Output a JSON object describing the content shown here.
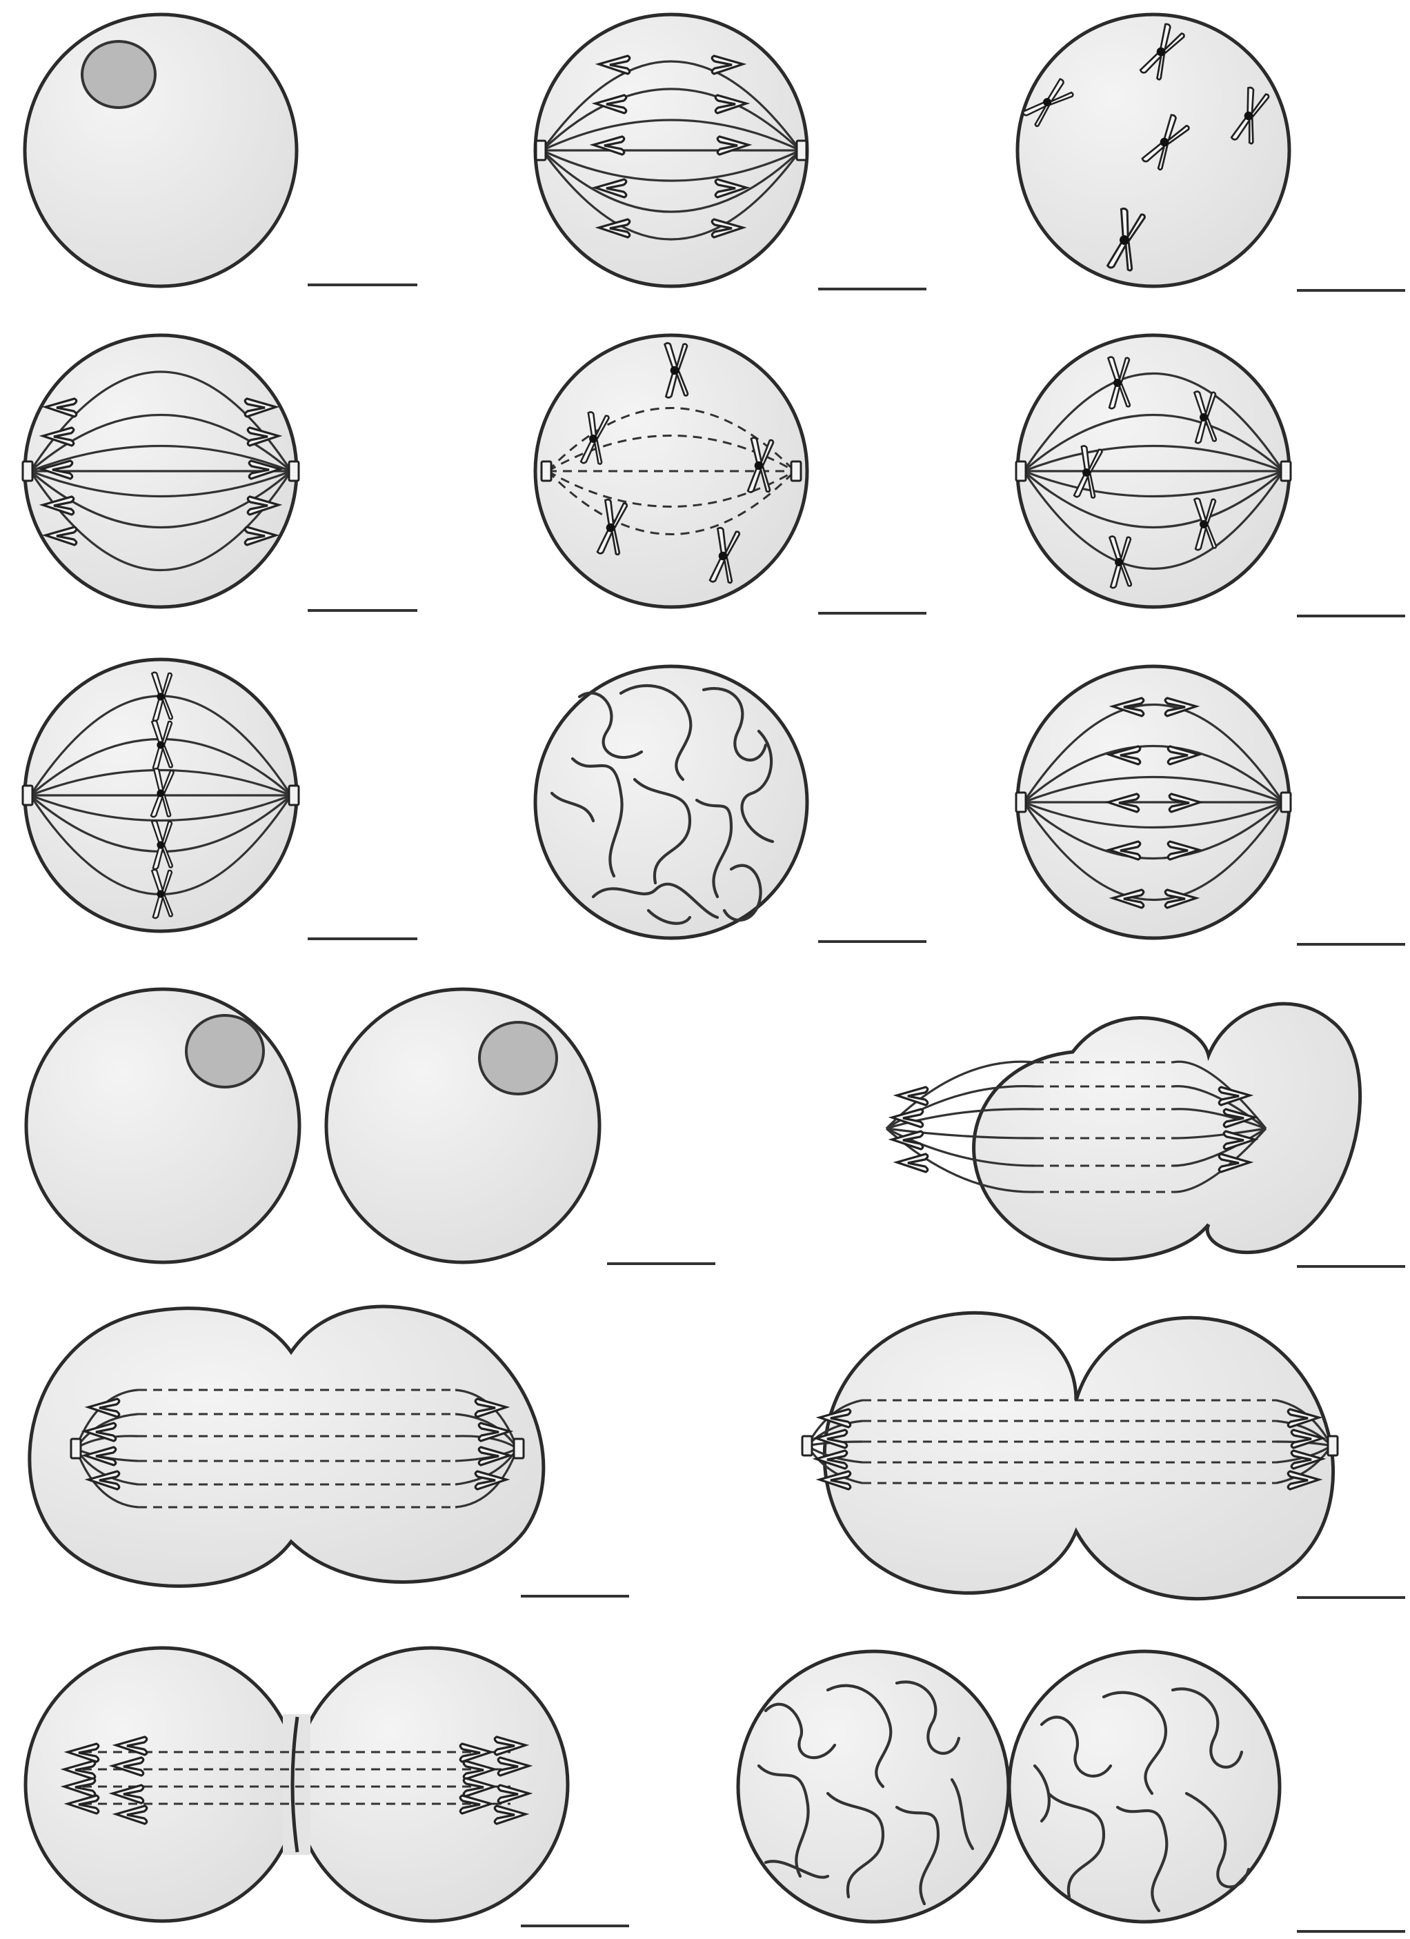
{
  "cells": [
    {
      "id": "cell-01",
      "type": "single",
      "content": "nucleus"
    },
    {
      "id": "cell-02",
      "type": "single",
      "content": "spindle-separating"
    },
    {
      "id": "cell-03",
      "type": "single",
      "content": "scattered-x-chromosomes"
    },
    {
      "id": "cell-04",
      "type": "single",
      "content": "spindle-separated"
    },
    {
      "id": "cell-05",
      "type": "single",
      "content": "dashed-spindle-x-chromosomes"
    },
    {
      "id": "cell-06",
      "type": "single",
      "content": "spindle-attached-x-chromosomes"
    },
    {
      "id": "cell-07",
      "type": "single",
      "content": "metaphase-plate"
    },
    {
      "id": "cell-08",
      "type": "single",
      "content": "chromatin"
    },
    {
      "id": "cell-09",
      "type": "single",
      "content": "spindle-early-separation"
    },
    {
      "id": "cell-10",
      "type": "pair",
      "content": "two-nuclei"
    },
    {
      "id": "cell-11",
      "type": "pinched",
      "content": "spindle-dashed-midzone"
    },
    {
      "id": "cell-12",
      "type": "pinched",
      "content": "spindle-dashed-midzone"
    },
    {
      "id": "cell-13",
      "type": "pinched",
      "content": "spindle-dashed-midzone"
    },
    {
      "id": "cell-14",
      "type": "pinched",
      "content": "spindle-dashed-midzone"
    },
    {
      "id": "cell-15",
      "type": "pair",
      "content": "chromatin"
    }
  ],
  "answer_blanks": 15,
  "colors": {
    "cell_fill": "#e7e7e7",
    "outline": "#2b2b2b",
    "nucleus": "#b9b9b9"
  }
}
